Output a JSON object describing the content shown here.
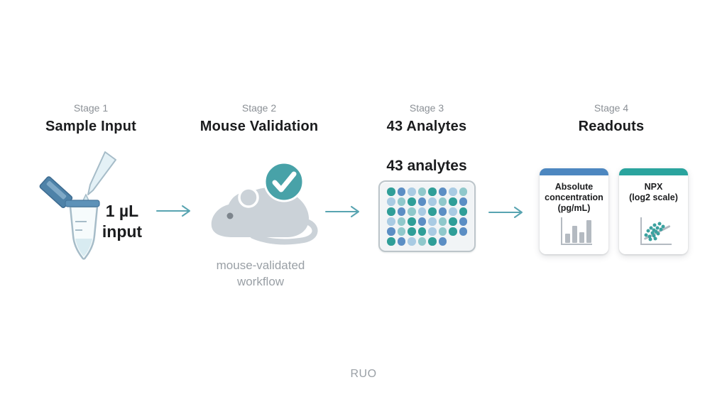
{
  "page": {
    "background": "#ffffff",
    "footer_label": "RUO"
  },
  "palette": {
    "stage_label": "#8b9096",
    "title": "#1b1c1e",
    "caption": "#9aa0a6",
    "arrow": "#58a4b1",
    "mouse_body": "#cbd2d8",
    "mouse_eye": "#7d858d",
    "check_circle": "#48a2a8",
    "plate_bg": "#f1f4f6",
    "plate_border": "#bcc5ca",
    "well_teal": "#2f9e98",
    "well_blue": "#5b8ec4",
    "well_light_blue": "#a9cbe3",
    "well_light_teal": "#8fc8cb",
    "tube_cap": "#4e82a8",
    "tube_cap_band": "#7fa9c7",
    "tube_rim": "#5d92b8",
    "tube_outline": "#a6bcc8",
    "tube_liquid": "#d8ebf1",
    "pipette_fill": "#e4f1f6",
    "icon_gray": "#b4bac1",
    "scatter_dot": "#3ba19f"
  },
  "stages": [
    {
      "label": "Stage 1",
      "title": "Sample Input",
      "graphic": "tube-pipette-icon",
      "annotation_line1": "1 µL",
      "annotation_line2": "input"
    },
    {
      "label": "Stage 2",
      "title": "Mouse Validation",
      "graphic": "mouse-check-icon",
      "caption_line1": "mouse-validated",
      "caption_line2": "workflow"
    },
    {
      "label": "Stage 3",
      "title": "43 Analytes",
      "graphic": "assay-plate",
      "plate_label": "43 analytes",
      "plate": {
        "columns": 8,
        "wells": [
          [
            "teal",
            "blue",
            "light_blue",
            "light_teal",
            "teal",
            "blue",
            "light_blue",
            "light_teal"
          ],
          [
            "light_blue",
            "light_teal",
            "teal",
            "blue",
            "light_blue",
            "light_teal",
            "teal",
            "blue"
          ],
          [
            "teal",
            "blue",
            "light_teal",
            "light_blue",
            "teal",
            "blue",
            "light_blue",
            "teal"
          ],
          [
            "light_blue",
            "light_teal",
            "teal",
            "blue",
            "light_blue",
            "light_teal",
            "teal",
            "blue"
          ],
          [
            "blue",
            "light_teal",
            "teal",
            "teal",
            "light_blue",
            "light_teal",
            "teal",
            "blue"
          ],
          [
            "teal",
            "blue",
            "light_blue",
            "light_teal",
            "teal",
            "blue"
          ]
        ]
      }
    },
    {
      "label": "Stage 4",
      "title": "Readouts",
      "cards": [
        {
          "header_color": "#4d87c0",
          "line1": "Absolute",
          "line2": "concentration",
          "line3": "(pg/mL)",
          "icon": "bar-chart-icon",
          "bar_heights": [
            13,
            24,
            15,
            32
          ]
        },
        {
          "header_color": "#2aa49e",
          "line1": "NPX",
          "line2": "(log2 scale)",
          "icon": "scatter-plot-icon",
          "scatter_points": [
            [
              16,
              27
            ],
            [
              19,
              21
            ],
            [
              21,
              29
            ],
            [
              23,
              17
            ],
            [
              25,
              24
            ],
            [
              27,
              20
            ],
            [
              27,
              28
            ],
            [
              28,
              13
            ],
            [
              30,
              22
            ],
            [
              32,
              17
            ],
            [
              33,
              25
            ],
            [
              35,
              11
            ],
            [
              37,
              19
            ],
            [
              40,
              15
            ],
            [
              29,
              32
            ],
            [
              22,
              33
            ]
          ]
        }
      ]
    }
  ]
}
